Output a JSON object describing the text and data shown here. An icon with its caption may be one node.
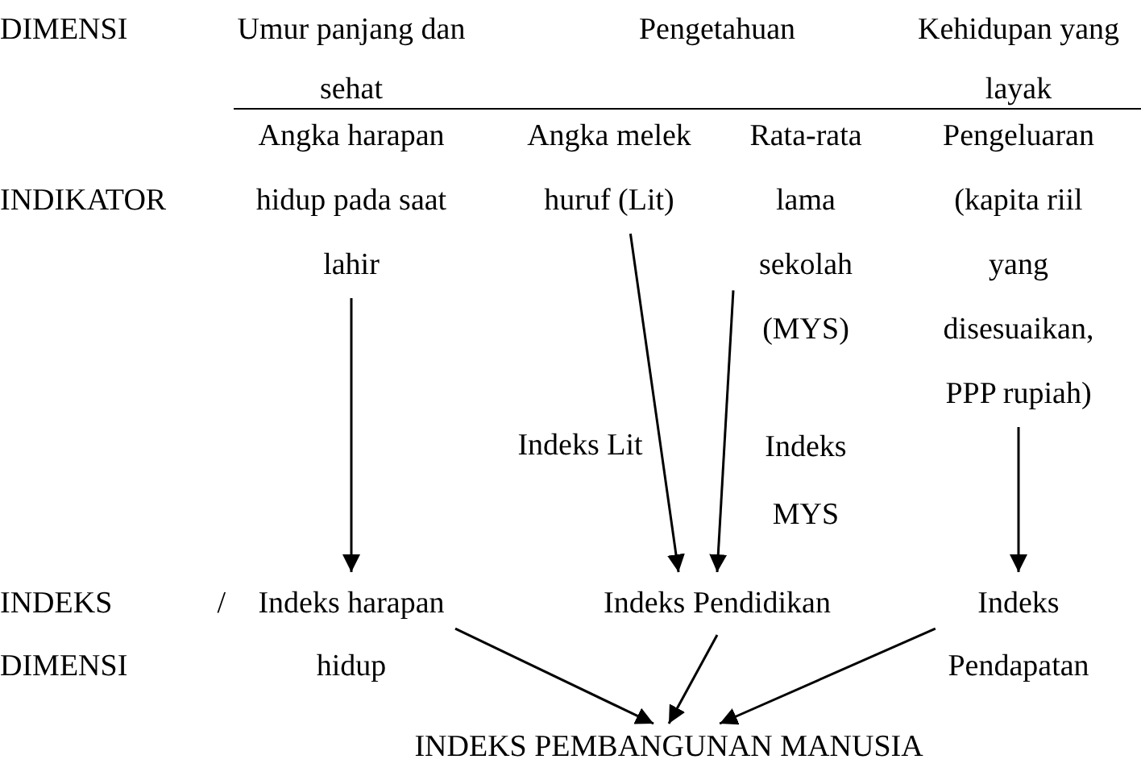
{
  "diagram": {
    "nodes": [
      {
        "text": [
          "Angka harapan hidup pada saat lahir"
        ]
      },
      {
        "text": [
          "Angka melek huruf (Lit)"
        ]
      },
      {
        "text": [
          "Rata-rata lama sekolah (MYS)"
        ]
      },
      {
        "text": [
          "Pengeluaran (kapita riil yang disesuaikan, PPP rupiah)"
        ]
      },
      {
        "text": [
          "Indeks harapan hidup"
        ]
      },
      {
        "text": [
          "Indeks Pendidikan"
        ]
      },
      {
        "text": [
          "Indeks Pendapatan"
        ]
      },
      {
        "text": [
          "INDEKS PEMBANGUNAN MANUSIA"
        ]
      }
    ],
    "edges": [
      {
        "from": 0,
        "to": 4,
        "arrow": "to"
      },
      {
        "from": 1,
        "to": 5,
        "arrow": "to"
      },
      {
        "from": 2,
        "to": 5,
        "arrow": "to"
      },
      {
        "from": 3,
        "to": 6,
        "arrow": "to"
      },
      {
        "from": 4,
        "to": 7,
        "arrow": "to"
      },
      {
        "from": 5,
        "to": 7,
        "arrow": "to"
      },
      {
        "from": 6,
        "to": 7,
        "arrow": "to"
      }
    ],
    "labels": [
      "DIMENSI",
      "Umur panjang dan sehat",
      "Pengetahuan",
      "Kehidupan yang layak",
      "INDIKATOR",
      "Indeks Lit",
      "Indeks MYS",
      "INDEKS / DIMENSI"
    ]
  }
}
